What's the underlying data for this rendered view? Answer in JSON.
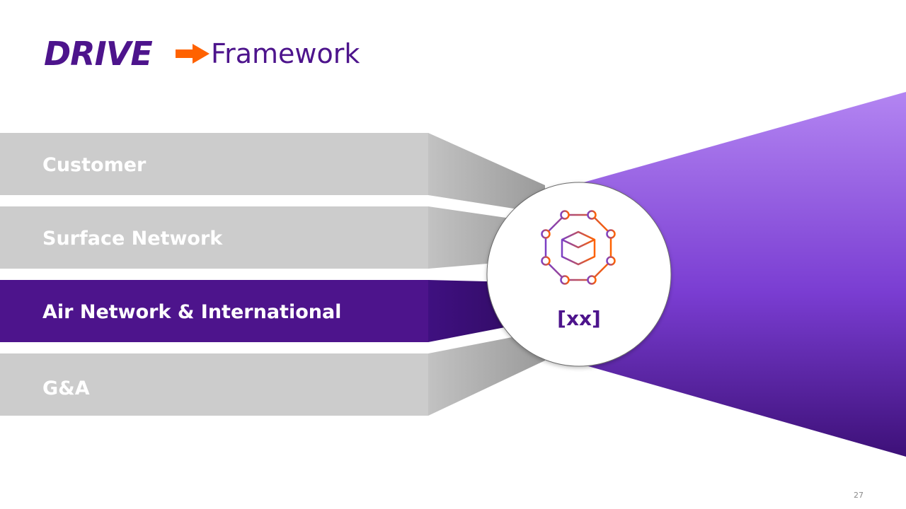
{
  "header": {
    "logo_text": "DRIVE",
    "title": "Framework"
  },
  "bands": [
    {
      "label": "Customer",
      "highlighted": false
    },
    {
      "label": "Surface Network",
      "highlighted": false
    },
    {
      "label": "Air Network & International",
      "highlighted": true
    },
    {
      "label": "G&A",
      "highlighted": false
    }
  ],
  "hub": {
    "value": "[xx]",
    "icon": "network-cube-icon"
  },
  "colors": {
    "brand_purple": "#4d148c",
    "accent_orange": "#ff6200",
    "band_gray": "#cccccc",
    "cone_light": "#b083f0",
    "cone_dark": "#3d1078"
  },
  "footer": {
    "page_number": "27"
  }
}
